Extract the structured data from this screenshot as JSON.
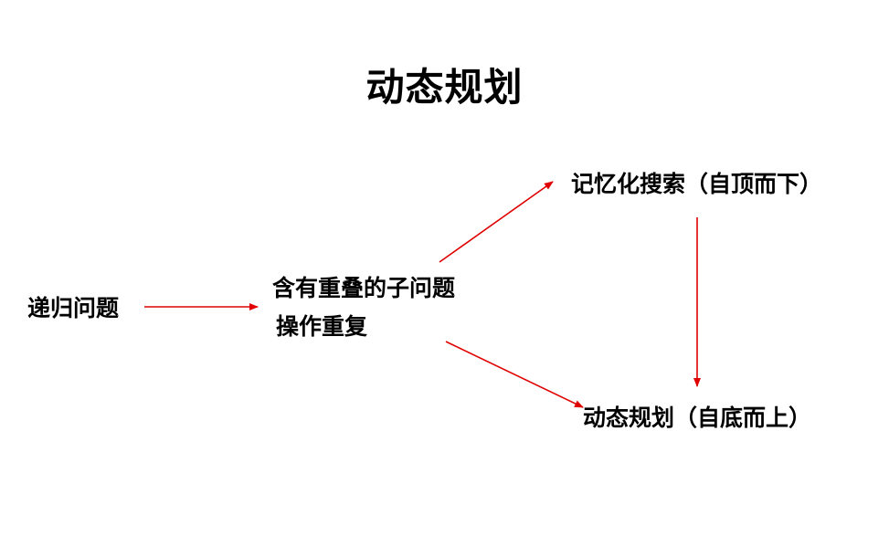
{
  "title": "动态规划",
  "nodes": {
    "recursion": "递归问题",
    "overlapping_line1": "含有重叠的子问题",
    "overlapping_line2": "操作重复",
    "memoization": "记忆化搜索（自顶而下）",
    "dynamic_programming": "动态规划（自底而上）"
  },
  "colors": {
    "arrow": "#e00000",
    "text": "#000000",
    "background": "#ffffff"
  }
}
